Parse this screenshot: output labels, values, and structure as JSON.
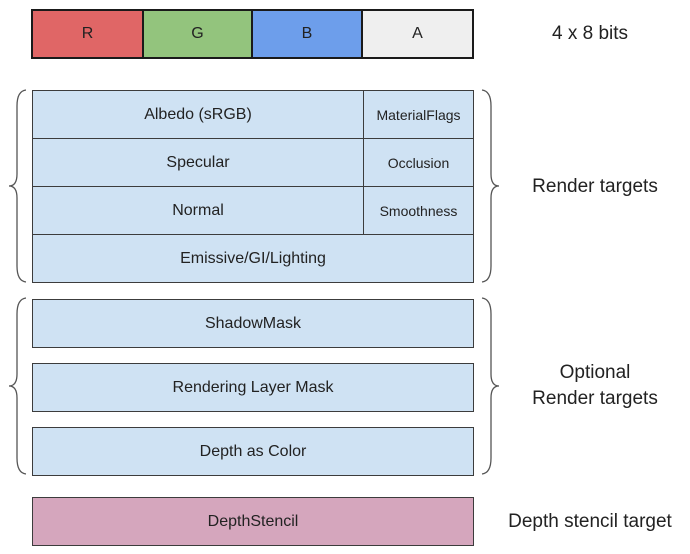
{
  "channels": [
    {
      "label": "R",
      "color": "#e06666"
    },
    {
      "label": "G",
      "color": "#93c47d"
    },
    {
      "label": "B",
      "color": "#6d9eeb"
    },
    {
      "label": "A",
      "color": "#efefef"
    }
  ],
  "channel_caption": "4 x 8 bits",
  "render_targets": {
    "rows": [
      {
        "main": "Albedo (sRGB)",
        "alpha": "MaterialFlags"
      },
      {
        "main": "Specular",
        "alpha": "Occlusion"
      },
      {
        "main": "Normal",
        "alpha": "Smoothness"
      },
      {
        "main": "Emissive/GI/Lighting"
      }
    ],
    "caption": "Render targets"
  },
  "optional_targets": {
    "rows": [
      "ShadowMask",
      "Rendering Layer Mask",
      "Depth as Color"
    ],
    "caption_line1": "Optional",
    "caption_line2": "Render targets"
  },
  "depth": {
    "label": "DepthStencil",
    "color": "#d5a6bd",
    "caption": "Depth stencil target"
  },
  "colors": {
    "gbuffer_fill": "#cfe2f3",
    "border": "#3c3c3c"
  }
}
